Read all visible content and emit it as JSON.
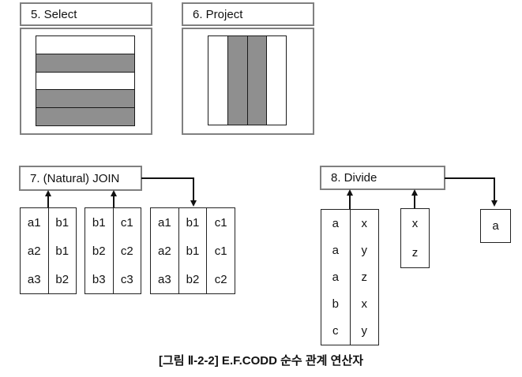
{
  "colors": {
    "shade_gray": "#8f8f8f",
    "panel_border": "#808080",
    "table_border": "#222222",
    "arrow": "#111111",
    "background": "#ffffff"
  },
  "select_panel": {
    "title": "5. Select",
    "row_fills": [
      "white",
      "gray",
      "white",
      "gray",
      "gray"
    ]
  },
  "project_panel": {
    "title": "6. Project",
    "col_fills": [
      "white",
      "gray",
      "gray",
      "white"
    ]
  },
  "join": {
    "title": "7. (Natural) JOIN",
    "left_table": {
      "rows": [
        [
          "a1",
          "b1"
        ],
        [
          "a2",
          "b1"
        ],
        [
          "a3",
          "b2"
        ]
      ]
    },
    "right_table": {
      "rows": [
        [
          "b1",
          "c1"
        ],
        [
          "b2",
          "c2"
        ],
        [
          "b3",
          "c3"
        ]
      ]
    },
    "result_table": {
      "rows": [
        [
          "a1",
          "b1",
          "c1"
        ],
        [
          "a2",
          "b1",
          "c1"
        ],
        [
          "a3",
          "b2",
          "c2"
        ]
      ]
    }
  },
  "divide": {
    "title": "8. Divide",
    "dividend_table": {
      "rows": [
        [
          "a",
          "x"
        ],
        [
          "a",
          "y"
        ],
        [
          "a",
          "z"
        ],
        [
          "b",
          "x"
        ],
        [
          "c",
          "y"
        ]
      ]
    },
    "divisor_table": {
      "rows": [
        [
          "x"
        ],
        [
          "z"
        ]
      ]
    },
    "result_table": {
      "rows": [
        [
          "a"
        ]
      ]
    }
  },
  "caption": "[그림 Ⅱ-2-2] E.F.CODD 순수 관계 연산자"
}
